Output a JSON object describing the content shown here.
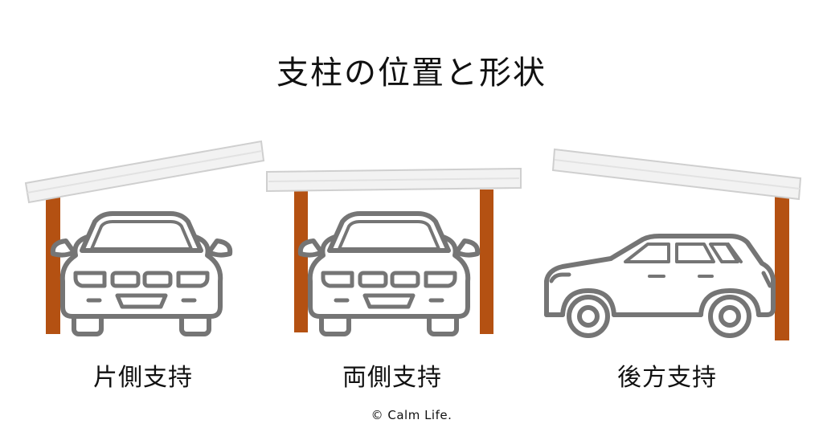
{
  "title": "支柱の位置と形状",
  "panels": [
    {
      "label": "片側支持"
    },
    {
      "label": "両側支持"
    },
    {
      "label": "後方支持"
    }
  ],
  "credit": "© Calm Life.",
  "colors": {
    "post": "#b45112",
    "roof_fill": "#f2f2f2",
    "roof_stroke": "#cfcfcf",
    "car_stroke": "#757575",
    "text": "#111111"
  },
  "icons": [
    "sedan-front-icon",
    "sedan-front-icon",
    "suv-side-icon"
  ]
}
